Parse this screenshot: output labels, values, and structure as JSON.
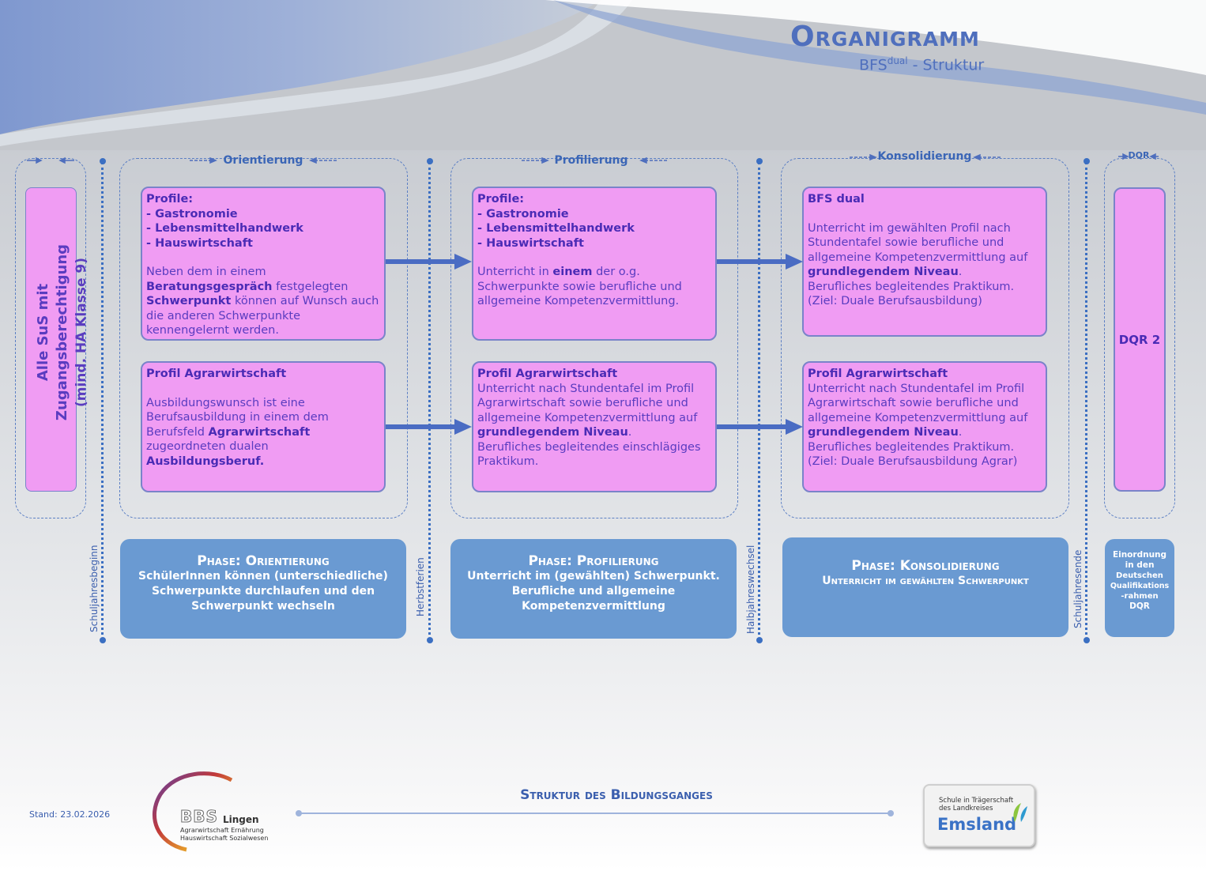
{
  "header": {
    "title": "Organigramm",
    "subtitle_main": "BFS",
    "subtitle_sup": "dual",
    "subtitle_rest": " -  Struktur"
  },
  "groups": {
    "left_arrows": "",
    "orientierung": "Orientierung",
    "profilierung": "Profilierung",
    "konsolidierung": "Konsolidierung",
    "dqr": "DQR"
  },
  "markers": {
    "schuljahresbeginn": "Schuljahresbeginn",
    "herbstferien": "Herbstferien",
    "halbjahreswechsel": "Halbjahreswechsel",
    "schuljahresende": "Schuljahresende"
  },
  "access": {
    "line1": "Alle SuS mit Zugangsberechtigung",
    "line2": "(mind. HA Klasse 9)"
  },
  "boxes": {
    "o1": {
      "head": "Profile:",
      "items": [
        "- Gastronomie",
        "- Lebensmittelhandwerk",
        "- Hauswirtschaft"
      ],
      "t1": "Neben dem in einem ",
      "b1": "Beratungsgespräch",
      "t2": " festgelegten ",
      "b2": "Schwerpunkt",
      "t3": " können auf Wunsch auch die anderen Schwerpunkte kennengelernt werden."
    },
    "o2": {
      "head": "Profil Agrarwirtschaft",
      "t1": "Ausbildungswunsch ist eine Berufsausbildung in einem dem Berufsfeld ",
      "b1": "Agrarwirtschaft",
      "t2": " zugeordneten dualen ",
      "b2": "Ausbildungsberuf."
    },
    "p1": {
      "head": "Profile:",
      "items": [
        "- Gastronomie",
        "- Lebensmittelhandwerk",
        "- Hauswirtschaft"
      ],
      "t1": "Unterricht in ",
      "b1": "einem",
      "t2": " der o.g. Schwerpunkte sowie berufliche und allgemeine Kompetenzvermittlung."
    },
    "p2": {
      "head": "Profil Agrarwirtschaft",
      "t1": "Unterricht nach Stundentafel im Profil Agrarwirtschaft sowie berufliche und allgemeine Kompetenzvermittlung auf ",
      "b1": "grundlegendem Niveau",
      "t2": ".",
      "t3": "Berufliches begleitendes einschlägiges Praktikum."
    },
    "k1": {
      "head": "BFS dual",
      "t1": "Unterricht im gewählten Profil nach Stundentafel sowie berufliche und allgemeine Kompetenzvermittlung auf ",
      "b1": "grundlegendem Niveau",
      "t2": ".",
      "t3": "Berufliches begleitendes Praktikum.",
      "t4": "(Ziel: Duale Berufsausbildung)"
    },
    "k2": {
      "head": "Profil Agrarwirtschaft",
      "t1": "Unterricht nach Stundentafel im Profil Agrarwirtschaft sowie berufliche und allgemeine Kompetenzvermittlung auf ",
      "b1": "grundlegendem Niveau",
      "t2": ".",
      "t3": "Berufliches begleitendes Praktikum.",
      "t4": "(Ziel: Duale Berufsausbildung Agrar)"
    },
    "dqr": "DQR 2"
  },
  "phases": {
    "orientierung": {
      "title": "Phase: Orientierung",
      "text": [
        "SchülerInnen können (unterschiedliche)",
        "Schwerpunkte durchlaufen und den",
        "Schwerpunkt wechseln"
      ]
    },
    "profilierung": {
      "title": "Phase: Profilierung",
      "text": [
        "Unterricht im (gewählten) Schwerpunkt.",
        "Berufliche und allgemeine",
        "Kompetenzvermittlung"
      ]
    },
    "konsolidierung": {
      "title": "Phase: Konsolidierung",
      "text": [
        "Unterricht im gewählten Schwerpunkt"
      ]
    },
    "dqr": {
      "text": [
        "Einordnung",
        "in den",
        "Deutschen",
        "Qualifikations",
        "-rahmen",
        "DQR"
      ]
    }
  },
  "footer": {
    "stand": "Stand: 23.02.2026",
    "title": "Struktur des Bildungsganges",
    "logo_bbs": "BBS Lingen",
    "logo_bbs_sub1": "Agrarwirtschaft Ernährung",
    "logo_bbs_sub2": "Hauswirtschaft Sozialwesen",
    "logo_emsland_top": "Schule in Trägerschaft des Landkreises",
    "logo_emsland": "Emsland"
  },
  "colors": {
    "accent": "#4f6fbd",
    "box_fill": "#f09cf3",
    "box_text": "#5a3cc0",
    "phase_fill": "#6a9ad2",
    "arrow": "#4a6cc3"
  }
}
